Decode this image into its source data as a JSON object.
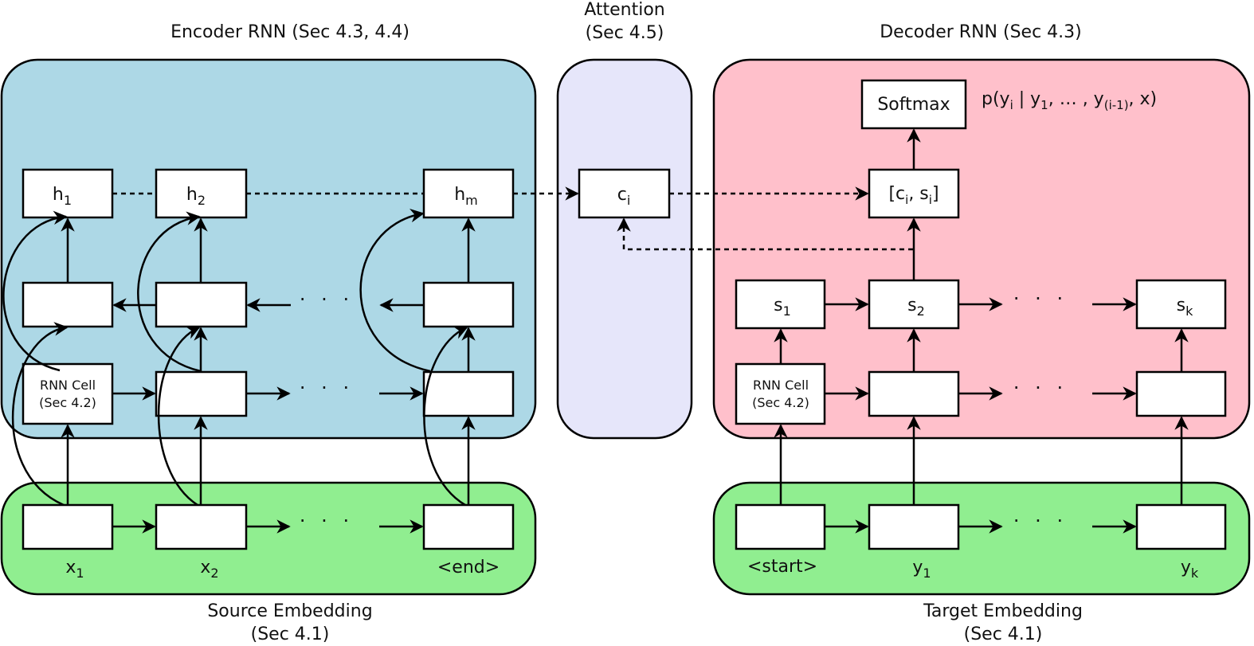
{
  "regions": {
    "encoder": {
      "title": "Encoder RNN (Sec 4.3, 4.4)",
      "color": "#add8e6"
    },
    "attention": {
      "title_line1": "Attention",
      "title_line2": "(Sec 4.5)",
      "color": "#e6e6fa"
    },
    "decoder": {
      "title": "Decoder RNN (Sec 4.3)",
      "color": "#ffc0cb"
    },
    "source_embedding": {
      "title_line1": "Source Embedding",
      "title_line2": "(Sec 4.1)",
      "color": "#90ee90"
    },
    "target_embedding": {
      "title_line1": "Target Embedding",
      "title_line2": "(Sec 4.1)",
      "color": "#90ee90"
    }
  },
  "encoder": {
    "h1": "h",
    "h1_sub": "1",
    "h2": "h",
    "h2_sub": "2",
    "hm": "h",
    "hm_sub": "m",
    "rnn_cell_line1": "RNN Cell",
    "rnn_cell_line2": "(Sec 4.2)",
    "ellipsis": "· · ·"
  },
  "attention": {
    "c": "c",
    "c_sub": "i"
  },
  "decoder": {
    "softmax": "Softmax",
    "prob": {
      "p1": "p(y",
      "s1": "i",
      "p2": " | y",
      "s2": "1",
      "p3": ", … , y",
      "s3": "(i-1)",
      "p4": ", x)"
    },
    "concat": {
      "a": "[c",
      "a_sub": "i",
      "b": ", s",
      "b_sub": "i",
      "c": "]"
    },
    "s1": "s",
    "s1_sub": "1",
    "s2": "s",
    "s2_sub": "2",
    "sk": "s",
    "sk_sub": "k",
    "rnn_cell_line1": "RNN Cell",
    "rnn_cell_line2": "(Sec 4.2)",
    "ellipsis": "· · ·"
  },
  "source": {
    "x1": "x",
    "x1_sub": "1",
    "x2": "x",
    "x2_sub": "2",
    "end": "<end>",
    "ellipsis": "· · ·"
  },
  "target": {
    "start": "<start>",
    "y1": "y",
    "y1_sub": "1",
    "yk": "y",
    "yk_sub": "k",
    "ellipsis": "· · ·"
  }
}
